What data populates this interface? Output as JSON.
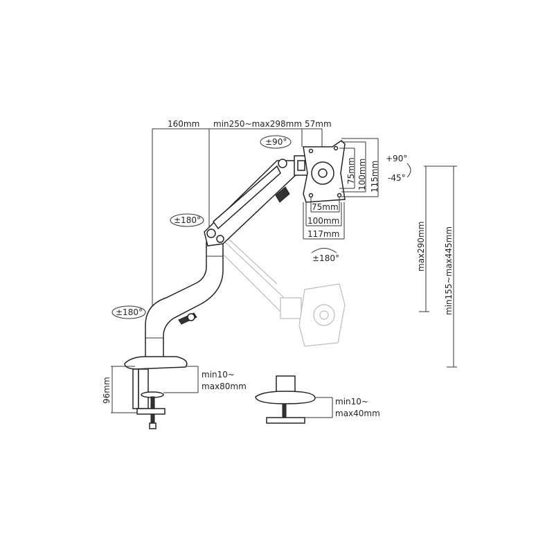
{
  "dimensions": {
    "arm_base_offset": "160mm",
    "arm_reach": "min250~max298mm",
    "head_offset": "57mm",
    "vesa_v_75": "75mm",
    "vesa_v_100": "100mm",
    "plate_height": "115mm",
    "vesa_h_75": "75mm",
    "vesa_h_100": "100mm",
    "plate_width": "117mm",
    "height_travel": "max290mm",
    "height_range": "min155~max445mm",
    "clamp_height": "96mm",
    "clamp_range_line1": "min10~",
    "clamp_range_line2": "max80mm",
    "grommet_range_line1": "min10~",
    "grommet_range_line2": "max40mm"
  },
  "rotations": {
    "head_swivel": "±90°",
    "tilt_up": "+90°",
    "tilt_down": "-45°",
    "upper_arm": "±180°",
    "lower_arm": "±180°",
    "screen_rotation": "±180°"
  }
}
